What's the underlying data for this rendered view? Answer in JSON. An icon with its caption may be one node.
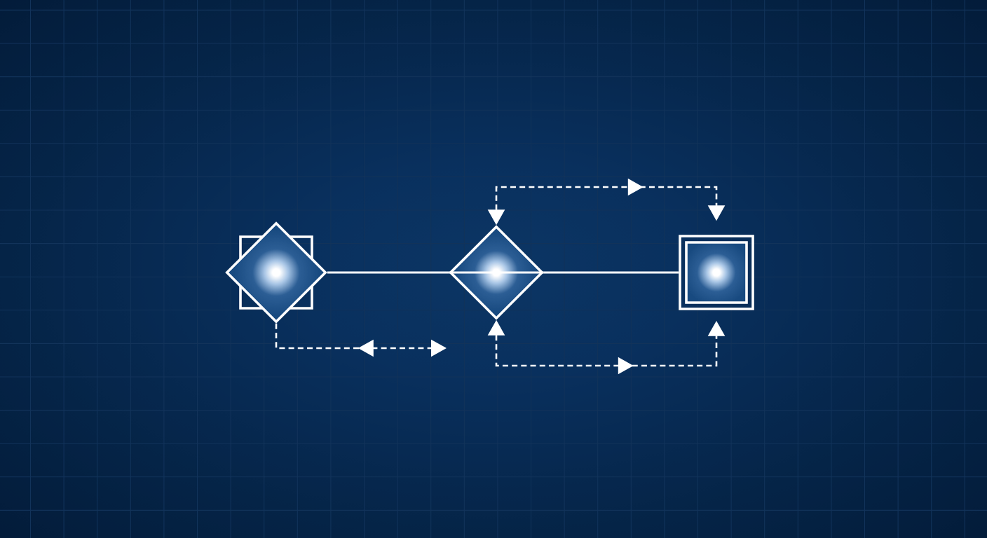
{
  "diagram": {
    "nodes": [
      {
        "text": [],
        "shape": "diamond"
      },
      {
        "text": [],
        "shape": "diamond"
      },
      {
        "text": [],
        "shape": "box"
      }
    ],
    "edges": [
      {
        "from": 0,
        "to": 1,
        "arrow": "none"
      },
      {
        "from": 1,
        "to": 2,
        "arrow": "none"
      },
      {
        "from": 0,
        "to": null,
        "arrow": "to",
        "style": "dashed"
      },
      {
        "from": 1,
        "to": 2,
        "arrow": "both",
        "style": "dashed"
      },
      {
        "from": 1,
        "to": 2,
        "arrow": "both",
        "style": "dashed"
      }
    ]
  }
}
